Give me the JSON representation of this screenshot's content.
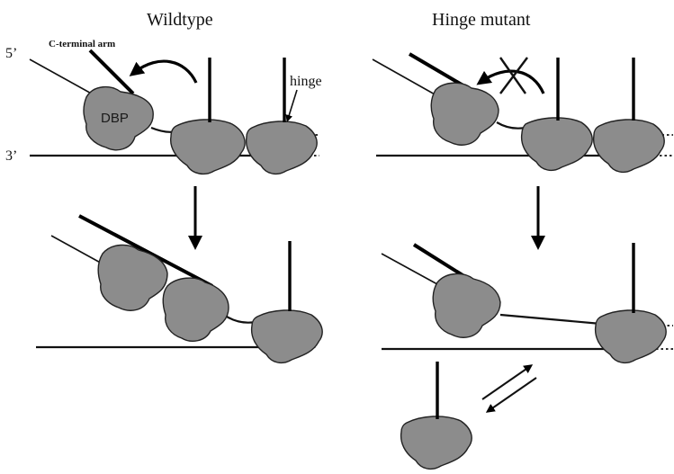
{
  "titles": {
    "left": "Wildtype",
    "right": "Hinge mutant"
  },
  "labels": {
    "five_prime": "5’",
    "three_prime": "3’",
    "c_terminal_arm": "C-terminal arm",
    "hinge": "hinge",
    "dbp": "DBP"
  }
}
